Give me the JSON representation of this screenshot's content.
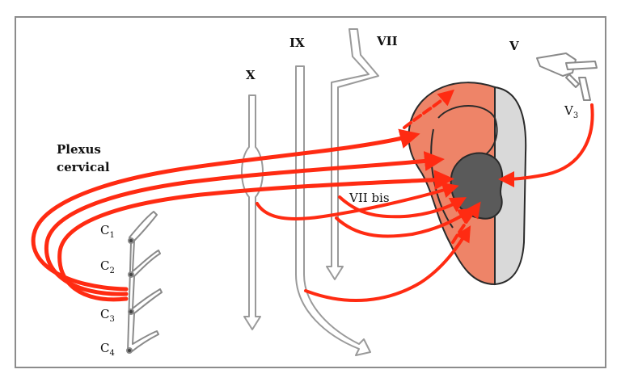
{
  "labels": {
    "x": "X",
    "ix": "IX",
    "vii": "VII",
    "v": "V",
    "v3": {
      "main": "V",
      "sub": "3"
    },
    "vii_bis": "VII bis",
    "plexus_line1": "Plexus",
    "plexus_line2": "cervical",
    "c1": {
      "main": "C",
      "sub": "1"
    },
    "c2": {
      "main": "C",
      "sub": "2"
    },
    "c3": {
      "main": "C",
      "sub": "3"
    },
    "c4": {
      "main": "C",
      "sub": "4"
    }
  },
  "colors": {
    "nerve_red": "#ff2b12",
    "ear_skin": "#ee8468",
    "ear_outline": "#2a2a2a",
    "ear_back": "#d9d9d9",
    "canal": "#5a5a5a",
    "nerve_outline": "#9a9a9a",
    "frame": "#8c8c8c"
  }
}
